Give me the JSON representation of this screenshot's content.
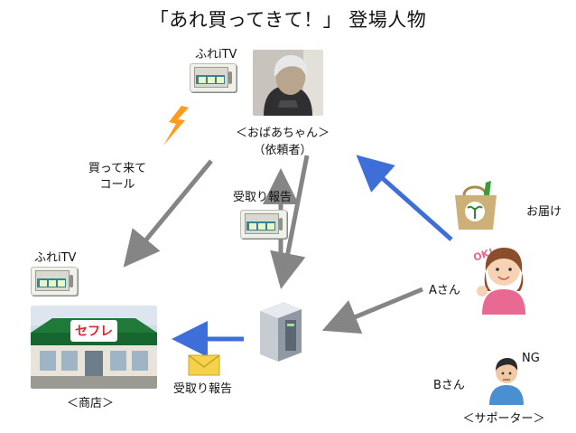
{
  "title": "「あれ買ってきて！」 登場人物",
  "labels": {
    "tv_top": "ふれiTV",
    "tv_left": "ふれiTV",
    "grandma": "＜おばあちゃん＞",
    "requester": "（依頼者）",
    "call_line1": "買って来て",
    "call_line2": "コール",
    "receipt_report_top": "受取り報告",
    "receipt_report_bottom": "受取り報告",
    "deliver": "お届け",
    "person_a": "Aさん",
    "person_b": "Bさん",
    "ng": "NG",
    "ok": "OK!",
    "store": "＜商店＞",
    "supporter": "＜サポーター＞",
    "store_sign": "セフレ"
  },
  "colors": {
    "gray_arrow": "#858585",
    "blue_arrow": "#3e6fd8",
    "lightning": "#ff9c1e",
    "envelope": "#f5d24a",
    "bag": "#ccb078",
    "store_roof": "#1f7a3a",
    "store_sign": "#e0242b",
    "server": "#c7ccd3"
  },
  "icons": [
    "tv-icon",
    "grandma-photo",
    "lightning-icon",
    "bag-icon",
    "person-a-icon",
    "person-b-icon",
    "server-icon",
    "envelope-icon",
    "store-photo"
  ]
}
